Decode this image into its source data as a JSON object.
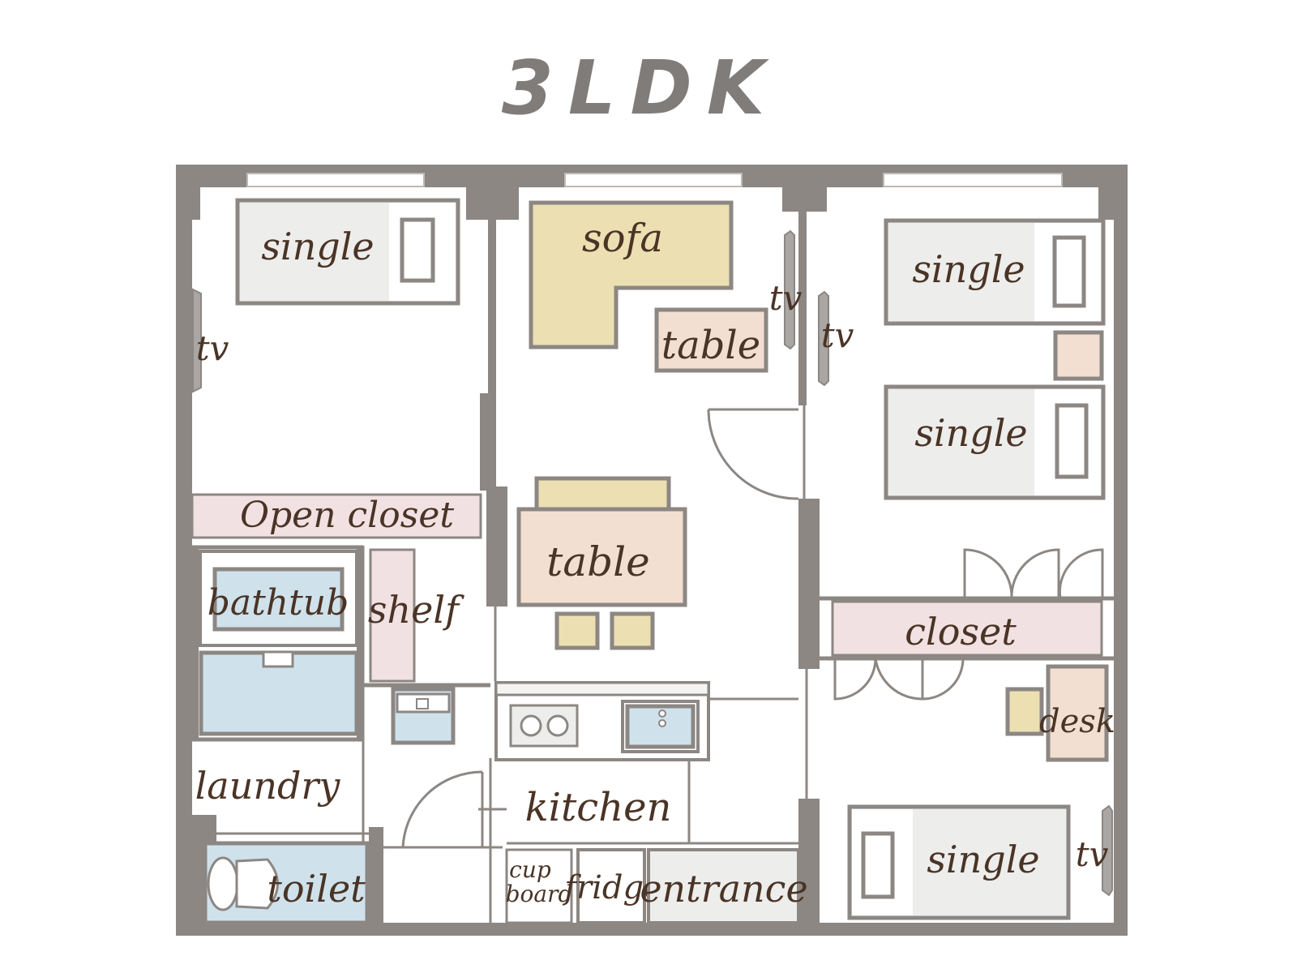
{
  "title": "3LDK",
  "labels": {
    "bed_single_1": "single",
    "tv_1": "tv",
    "open_closet": "Open closet",
    "bathtub": "bathtub",
    "shelf": "shelf",
    "laundry": "laundry",
    "toilet": "toilet",
    "sofa": "sofa",
    "tv_2": "tv",
    "sofa_table": "table",
    "dining_table": "table",
    "kitchen": "kitchen",
    "cupboard_line1": "cup",
    "cupboard_line2": "board",
    "fridge": "fridge",
    "entrance": "entrance",
    "tv_3": "tv",
    "bed_single_2": "single",
    "bed_single_3": "single",
    "closet": "closet",
    "desk": "desk",
    "bed_single_4": "single",
    "tv_4": "tv"
  },
  "colors": {
    "wall": "#8c8783",
    "sofa_chairs": "#ecdfb2",
    "tables_desk": "#f2dfd2",
    "closets": "#f2e1e2",
    "bath_water": "#cfe2ec",
    "beds": "#ededec",
    "text": "#4a3426"
  }
}
